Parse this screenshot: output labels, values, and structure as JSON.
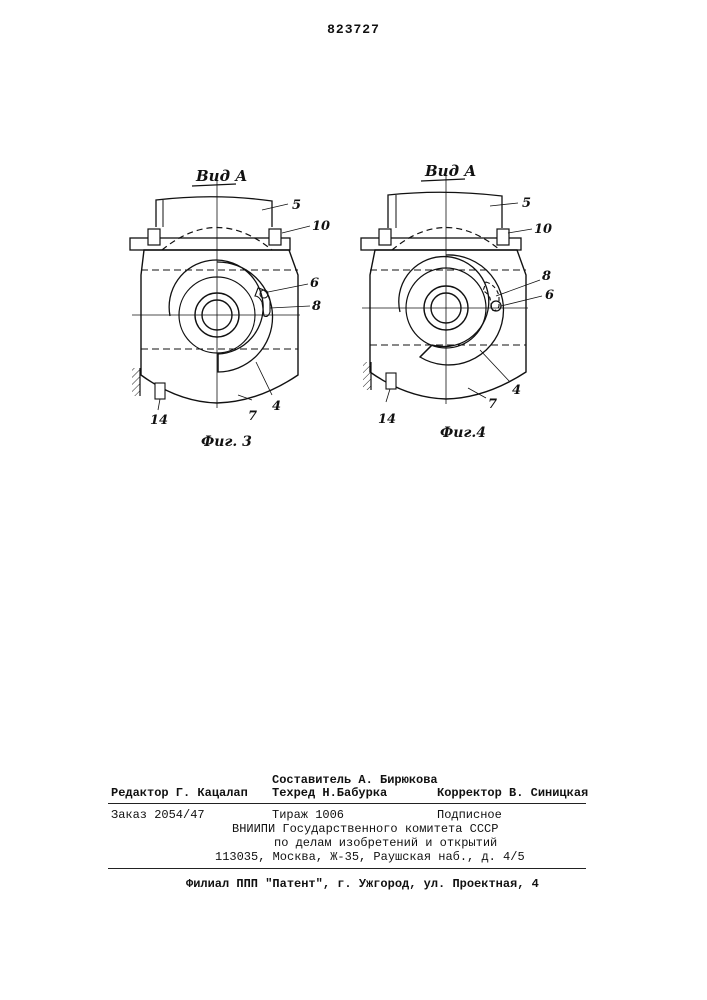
{
  "patent_number": "823727",
  "figure3": {
    "view_label": "Вид А",
    "caption": "Фиг. 3",
    "callouts": {
      "c5": "5",
      "c10": "10",
      "c6": "6",
      "c8": "8",
      "c4": "4",
      "c7": "7",
      "c14": "14"
    }
  },
  "figure4": {
    "view_label": "Вид А",
    "caption": "Фиг.4",
    "callouts": {
      "c5": "5",
      "c10": "10",
      "c8": "8",
      "c6": "6",
      "c4": "4",
      "c7": "7",
      "c14": "14"
    }
  },
  "imprint": {
    "compiler": "Составитель А. Бирюкова",
    "editor": "Редактор Г. Кацалап",
    "techred": "Техред Н.Бабурка",
    "corrector": "Корректор В. Синицкая",
    "order": "Заказ 2054/47",
    "circulation": "Тираж 1006",
    "subscription": "Подписное",
    "institute": "ВНИИПИ Государственного комитета СССР",
    "institute_line2": "по делам изобретений и открытий",
    "address": "113035, Москва, Ж-35, Раушская наб., д. 4/5",
    "branch": "Филиал ППП \"Патент\", г. Ужгород, ул. Проектная, 4"
  }
}
